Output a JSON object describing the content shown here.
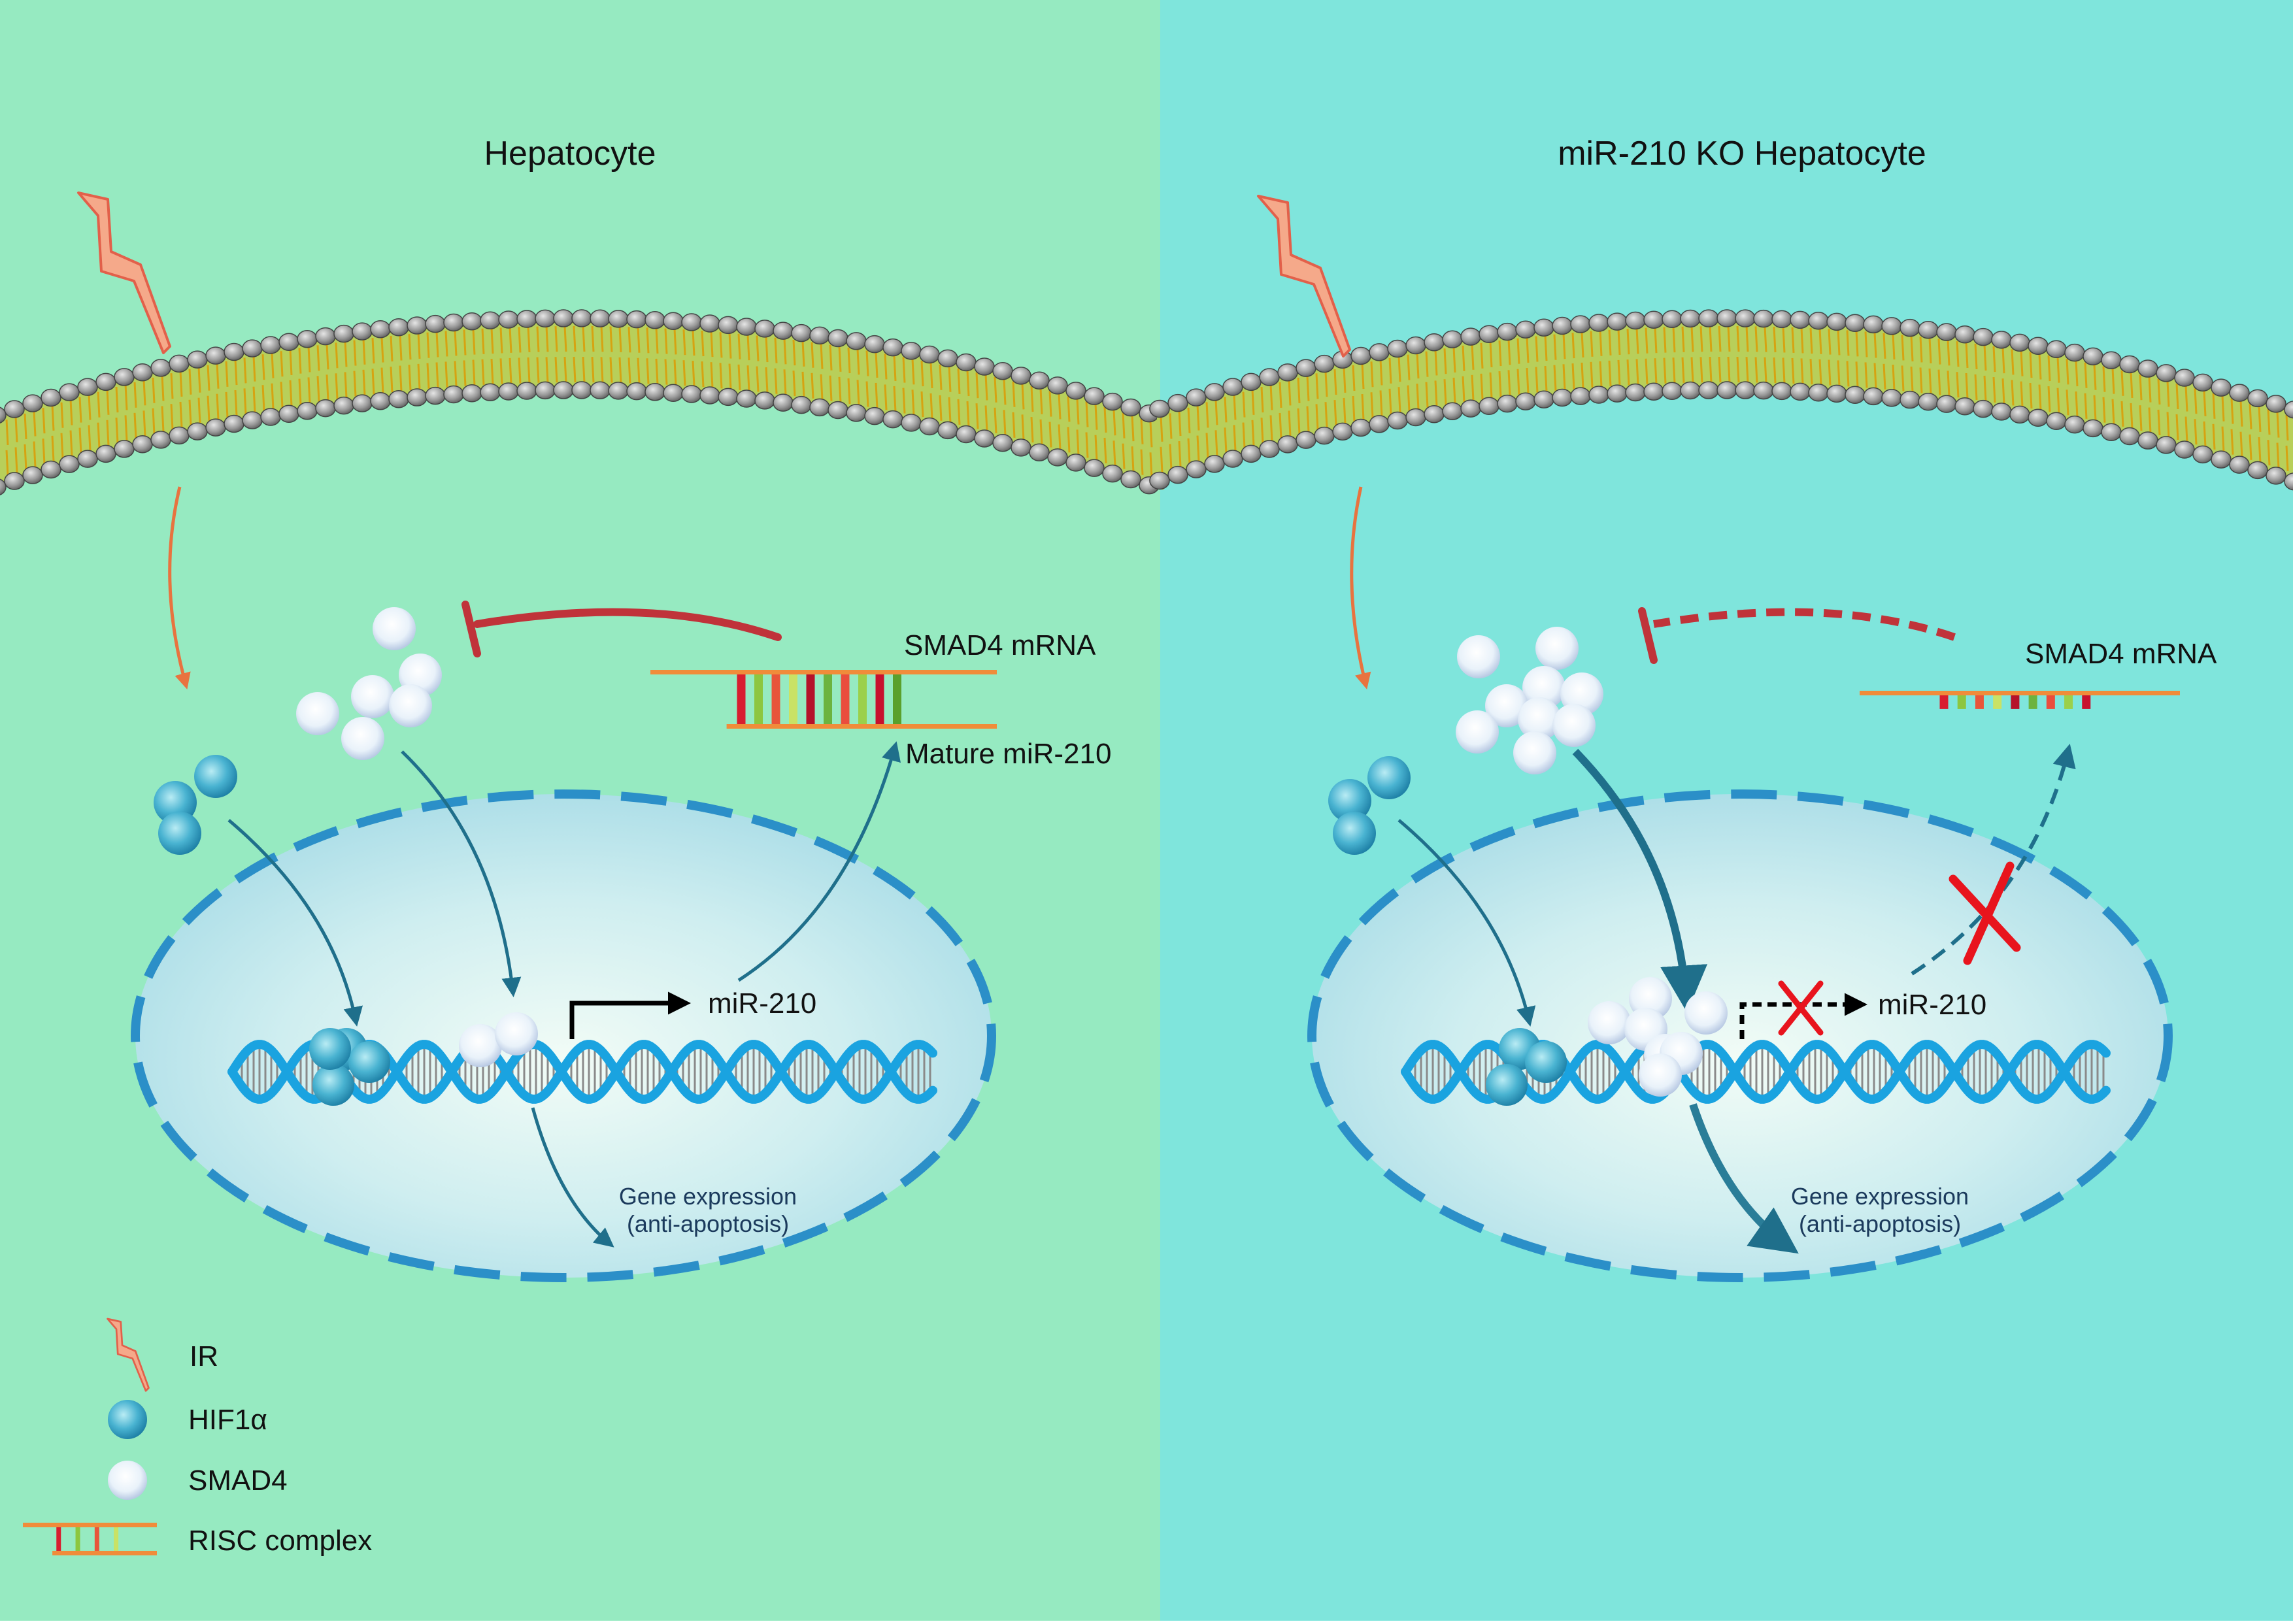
{
  "colors": {
    "left_bg": "#96eac1",
    "right_bg": "#7fe5dc",
    "membrane_head": "#8e8e8e",
    "membrane_tail": "#d6a312",
    "lipid_fill": "#b8cf5a",
    "nucleus_border": "#2b8fc8",
    "arrow_dark": "#1f6f8b",
    "inhibit_red": "#c0333a",
    "cross_red": "#e8141d",
    "dna_blue": "#1aa3e0",
    "ir_fill": "#f5a98a",
    "ir_stroke": "#e2604a"
  },
  "icons": {
    "ir": "lightning-bolt-icon",
    "hif1a": "blue-sphere-icon",
    "smad4": "white-sphere-icon",
    "risc": "risc-complex-icon"
  },
  "panels": {
    "left": {
      "title": "Hepatocyte",
      "mrna_label": "SMAD4 mRNA",
      "mature_label": "Mature miR-210",
      "mir_label": "miR-210",
      "gene_expr_line1": "Gene expression",
      "gene_expr_line2": "(anti-apoptosis)"
    },
    "right": {
      "title": "miR-210 KO Hepatocyte",
      "mrna_label": "SMAD4 mRNA",
      "mir_label": "miR-210",
      "gene_expr_line1": "Gene expression",
      "gene_expr_line2": "(anti-apoptosis)"
    }
  },
  "legend": {
    "ir": "IR",
    "hif1a": "HIF1α",
    "smad4": "SMAD4",
    "risc": "RISC complex"
  }
}
